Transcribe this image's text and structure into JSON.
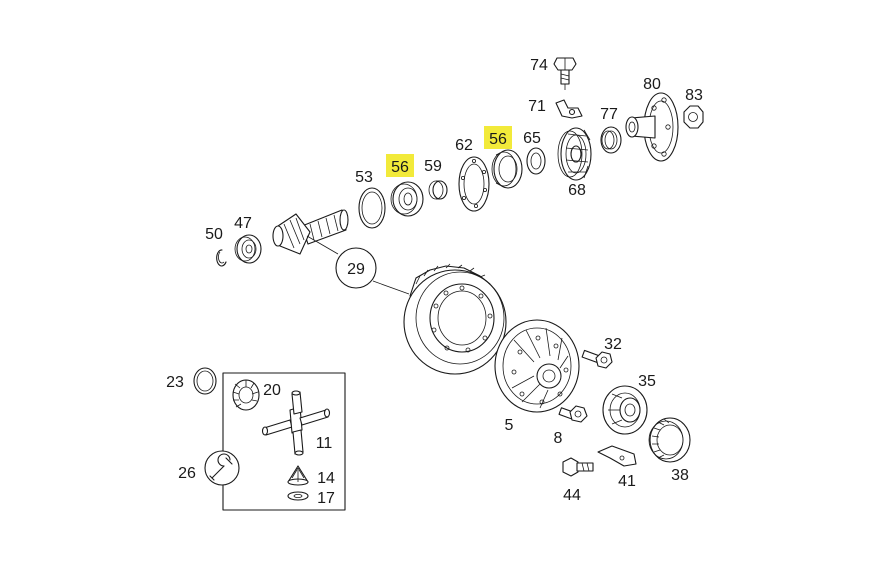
{
  "diagram": {
    "type": "exploded-parts-view",
    "highlight_color": "#f2ea3a",
    "line_color": "#1a1a1a",
    "callouts": [
      {
        "id": "c74",
        "text": "74",
        "highlighted": false
      },
      {
        "id": "c80",
        "text": "80",
        "highlighted": false
      },
      {
        "id": "c83",
        "text": "83",
        "highlighted": false
      },
      {
        "id": "c71",
        "text": "71",
        "highlighted": false
      },
      {
        "id": "c77",
        "text": "77",
        "highlighted": false
      },
      {
        "id": "c56b",
        "text": "56",
        "highlighted": true
      },
      {
        "id": "c65",
        "text": "65",
        "highlighted": false
      },
      {
        "id": "c62",
        "text": "62",
        "highlighted": false
      },
      {
        "id": "c56a",
        "text": "56",
        "highlighted": true
      },
      {
        "id": "c59",
        "text": "59",
        "highlighted": false
      },
      {
        "id": "c68",
        "text": "68",
        "highlighted": false
      },
      {
        "id": "c53",
        "text": "53",
        "highlighted": false
      },
      {
        "id": "c50",
        "text": "50",
        "highlighted": false
      },
      {
        "id": "c47",
        "text": "47",
        "highlighted": false
      },
      {
        "id": "c29",
        "text": "29",
        "highlighted": false
      },
      {
        "id": "c32",
        "text": "32",
        "highlighted": false
      },
      {
        "id": "c35",
        "text": "35",
        "highlighted": false
      },
      {
        "id": "c23",
        "text": "23",
        "highlighted": false
      },
      {
        "id": "c20",
        "text": "20",
        "highlighted": false
      },
      {
        "id": "c11",
        "text": "11",
        "highlighted": false
      },
      {
        "id": "c5",
        "text": "5",
        "highlighted": false
      },
      {
        "id": "c8",
        "text": "8",
        "highlighted": false
      },
      {
        "id": "c26",
        "text": "26",
        "highlighted": false
      },
      {
        "id": "c14",
        "text": "14",
        "highlighted": false
      },
      {
        "id": "c17",
        "text": "17",
        "highlighted": false
      },
      {
        "id": "c41",
        "text": "41",
        "highlighted": false
      },
      {
        "id": "c38",
        "text": "38",
        "highlighted": false
      },
      {
        "id": "c44",
        "text": "44",
        "highlighted": false
      }
    ]
  }
}
